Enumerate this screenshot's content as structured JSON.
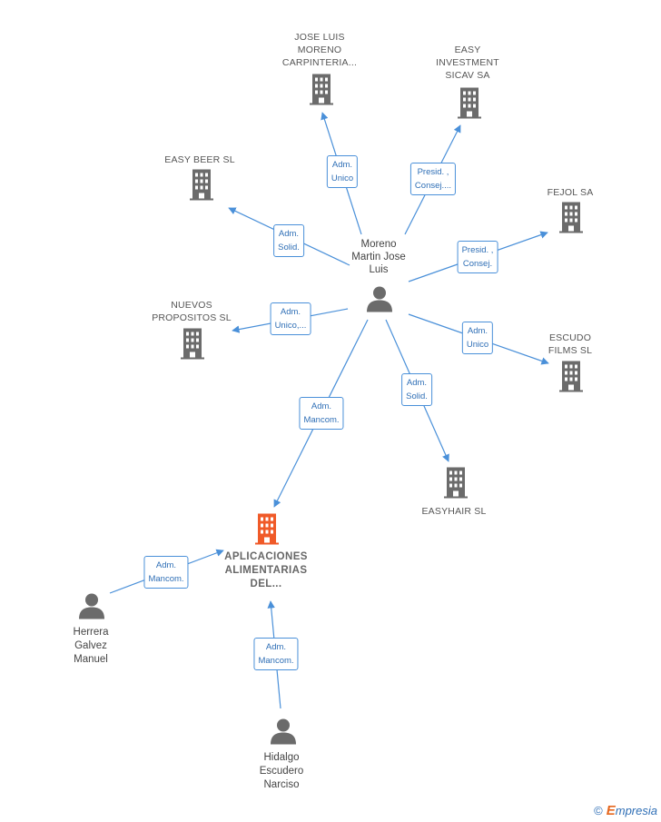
{
  "nodes": {
    "moreno": {
      "label": [
        "Moreno",
        "Martin Jose",
        "Luis"
      ],
      "type": "person"
    },
    "jose_luis": {
      "label": [
        "JOSE LUIS",
        "MORENO",
        "CARPINTERIA..."
      ],
      "type": "company"
    },
    "easy_investment": {
      "label": [
        "EASY",
        "INVESTMENT",
        "SICAV SA"
      ],
      "type": "company"
    },
    "easy_beer": {
      "label": [
        "EASY BEER SL"
      ],
      "type": "company"
    },
    "fejol": {
      "label": [
        "FEJOL SA"
      ],
      "type": "company"
    },
    "nuevos": {
      "label": [
        "NUEVOS",
        "PROPOSITOS SL"
      ],
      "type": "company"
    },
    "escudo": {
      "label": [
        "ESCUDO",
        "FILMS SL"
      ],
      "type": "company"
    },
    "easyhair": {
      "label": [
        "EASYHAIR SL"
      ],
      "type": "company"
    },
    "aplicaciones": {
      "label": [
        "APLICACIONES",
        "ALIMENTARIAS",
        "DEL..."
      ],
      "type": "company-main"
    },
    "herrera": {
      "label": [
        "Herrera",
        "Galvez",
        "Manuel"
      ],
      "type": "person"
    },
    "hidalgo": {
      "label": [
        "Hidalgo",
        "Escudero",
        "Narciso"
      ],
      "type": "person"
    }
  },
  "relations": {
    "r_jose_luis": [
      "Adm.",
      "Unico"
    ],
    "r_easy_investment": [
      "Presid. ,",
      "Consej...."
    ],
    "r_easy_beer": [
      "Adm.",
      "Solid."
    ],
    "r_fejol": [
      "Presid. ,",
      "Consej."
    ],
    "r_nuevos": [
      "Adm.",
      "Unico,..."
    ],
    "r_escudo": [
      "Adm.",
      "Unico"
    ],
    "r_easyhair": [
      "Adm.",
      "Solid."
    ],
    "r_aplicaciones": [
      "Adm.",
      "Mancom."
    ],
    "r_herrera": [
      "Adm.",
      "Mancom."
    ],
    "r_hidalgo": [
      "Adm.",
      "Mancom."
    ]
  },
  "colors": {
    "edge": "#4a90d9",
    "company_icon": "#6b6b6b",
    "main_icon": "#f05a28",
    "person_icon": "#6b6b6b"
  },
  "icons": {
    "company": "building-icon",
    "person": "person-icon"
  },
  "footer": {
    "copyright": "©",
    "brand_e": "E",
    "brand_rest": "mpresia"
  }
}
